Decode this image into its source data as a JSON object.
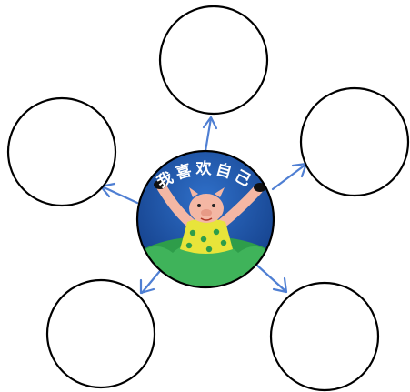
{
  "center": {
    "title": "我喜欢自己",
    "illustration": "pig-ballerina-icon"
  },
  "branches": [
    {
      "id": "top",
      "text": ""
    },
    {
      "id": "right",
      "text": ""
    },
    {
      "id": "bottom-right",
      "text": ""
    },
    {
      "id": "bottom-left",
      "text": ""
    },
    {
      "id": "left",
      "text": ""
    }
  ],
  "colors": {
    "arrow": "#4f7fd3",
    "circle_stroke": "#000000",
    "sky": "#1e4fa8",
    "grass": "#2e9d4a",
    "pig": "#f4b7a4",
    "dress": "#e8e43a",
    "dots": "#2e9d4a"
  }
}
